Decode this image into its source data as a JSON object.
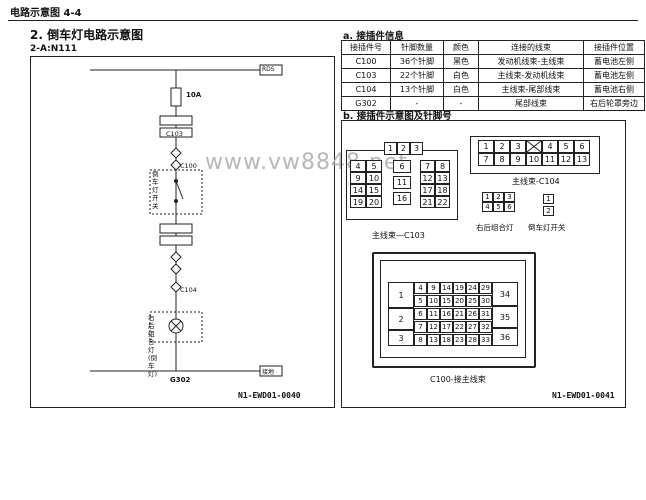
{
  "header": {
    "title": "电路示意图 4-4"
  },
  "section2": {
    "title": "2. 倒车灯电路示意图",
    "subtitle": "2-A:N111"
  },
  "left_diagram": {
    "top_box": "RDS",
    "fuse": "10A",
    "connectors": [
      "C103",
      "C100",
      "C104",
      "G302"
    ],
    "switch_label": "倒车灯开关",
    "lamp_label": "右后组合灯(倒车灯)",
    "ground_box": "接地",
    "code": "N1-EWD01-0040"
  },
  "section_a": {
    "label": "a. 接插件信息",
    "headers": [
      "接插件号",
      "针脚数量",
      "颜色",
      "连接的线束",
      "接插件位置"
    ],
    "rows": [
      [
        "C100",
        "36个针脚",
        "黑色",
        "发动机线束-主线束",
        "蓄电池左侧"
      ],
      [
        "C103",
        "22个针脚",
        "白色",
        "主线束-发动机线束",
        "蓄电池左侧"
      ],
      [
        "C104",
        "13个针脚",
        "白色",
        "主线束-尾部线束",
        "蓄电池右侧"
      ],
      [
        "G302",
        "-",
        "-",
        "尾部线束",
        "右后轮罩旁边"
      ]
    ]
  },
  "section_b": {
    "label": "b. 接插件示意图及针脚号",
    "c103_top": [
      "1",
      "2",
      "3"
    ],
    "c103_left": [
      "4",
      "5",
      "9",
      "10",
      "14",
      "15",
      "19",
      "20"
    ],
    "c103_mid": [
      "6",
      "11",
      "16"
    ],
    "c103_right": [
      "7",
      "8",
      "12",
      "13",
      "17",
      "18",
      "21",
      "22"
    ],
    "c103_label": "主线束—C103",
    "c104_row1": [
      "1",
      "2",
      "3",
      "",
      "4",
      "5",
      "6"
    ],
    "c104_row2": [
      "7",
      "8",
      "9",
      "10",
      "11",
      "12",
      "13"
    ],
    "c104_label": "主线束-C104",
    "lamp_pins": [
      "1",
      "2",
      "3",
      "4",
      "5",
      "6"
    ],
    "lamp_label": "右后组合灯",
    "switch_pins": [
      "1",
      "2"
    ],
    "switch_label": "倒车灯开关",
    "c100_left": [
      "1",
      "2",
      "3"
    ],
    "c100_grid": [
      [
        "4",
        "9",
        "14",
        "19",
        "24",
        "29"
      ],
      [
        "5",
        "10",
        "15",
        "20",
        "25",
        "30"
      ],
      [
        "6",
        "11",
        "16",
        "21",
        "26",
        "31"
      ],
      [
        "7",
        "12",
        "17",
        "22",
        "27",
        "32"
      ],
      [
        "8",
        "13",
        "18",
        "23",
        "28",
        "33"
      ]
    ],
    "c100_right": [
      "34",
      "35",
      "36"
    ],
    "c100_label": "C100-接主线束",
    "code": "N1-EWD01-0041"
  },
  "watermark": "www.vw8848.net"
}
